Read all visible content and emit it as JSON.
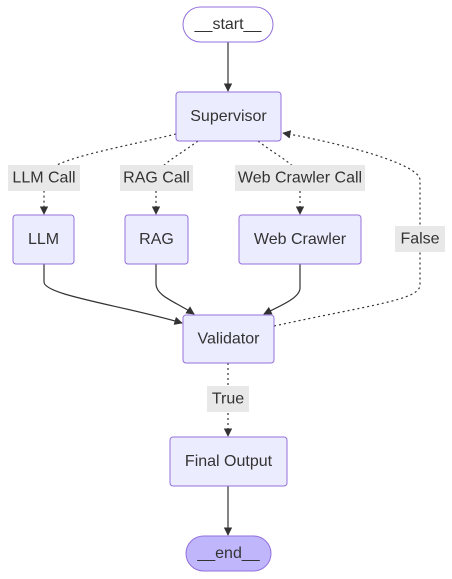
{
  "nodes": {
    "start": "__start__",
    "supervisor": "Supervisor",
    "llm": "LLM",
    "rag": "RAG",
    "web_crawler": "Web Crawler",
    "validator": "Validator",
    "final_output": "Final Output",
    "end": "__end__"
  },
  "edge_labels": {
    "llm_call": "LLM Call",
    "rag_call": "RAG Call",
    "web_crawler_call": "Web Crawler Call",
    "false": "False",
    "true": "True"
  },
  "colors": {
    "node_fill": "#ececff",
    "node_stroke": "#9370db",
    "end_fill": "#bfb6fc",
    "edge": "#333333",
    "label_bg": "#e8e8e8"
  }
}
